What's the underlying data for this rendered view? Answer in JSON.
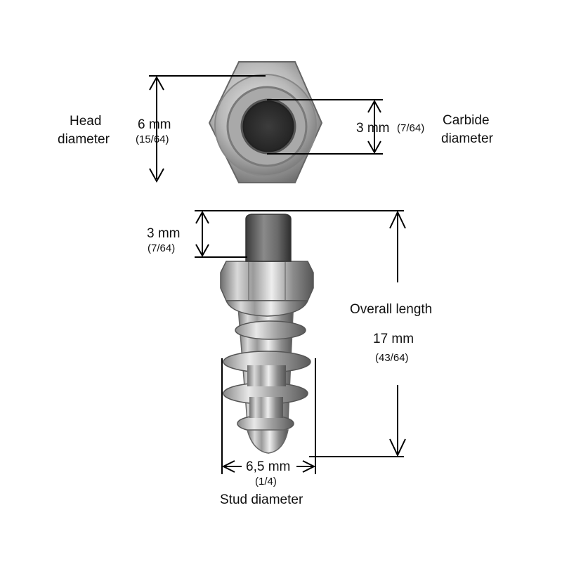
{
  "head": {
    "label_line1": "Head",
    "label_line2": "diameter",
    "mm": "6 mm",
    "inch": "(15/64)"
  },
  "carbide": {
    "label_line1": "Carbide",
    "label_line2": "diameter",
    "mm": "3 mm",
    "inch": "(7/64)"
  },
  "tip": {
    "mm": "3 mm",
    "inch": "(7/64)"
  },
  "overall": {
    "label": "Overall length",
    "mm": "17 mm",
    "inch": "(43/64)"
  },
  "stud": {
    "mm": "6,5 mm",
    "inch": "(1/4)",
    "label": "Stud diameter"
  }
}
